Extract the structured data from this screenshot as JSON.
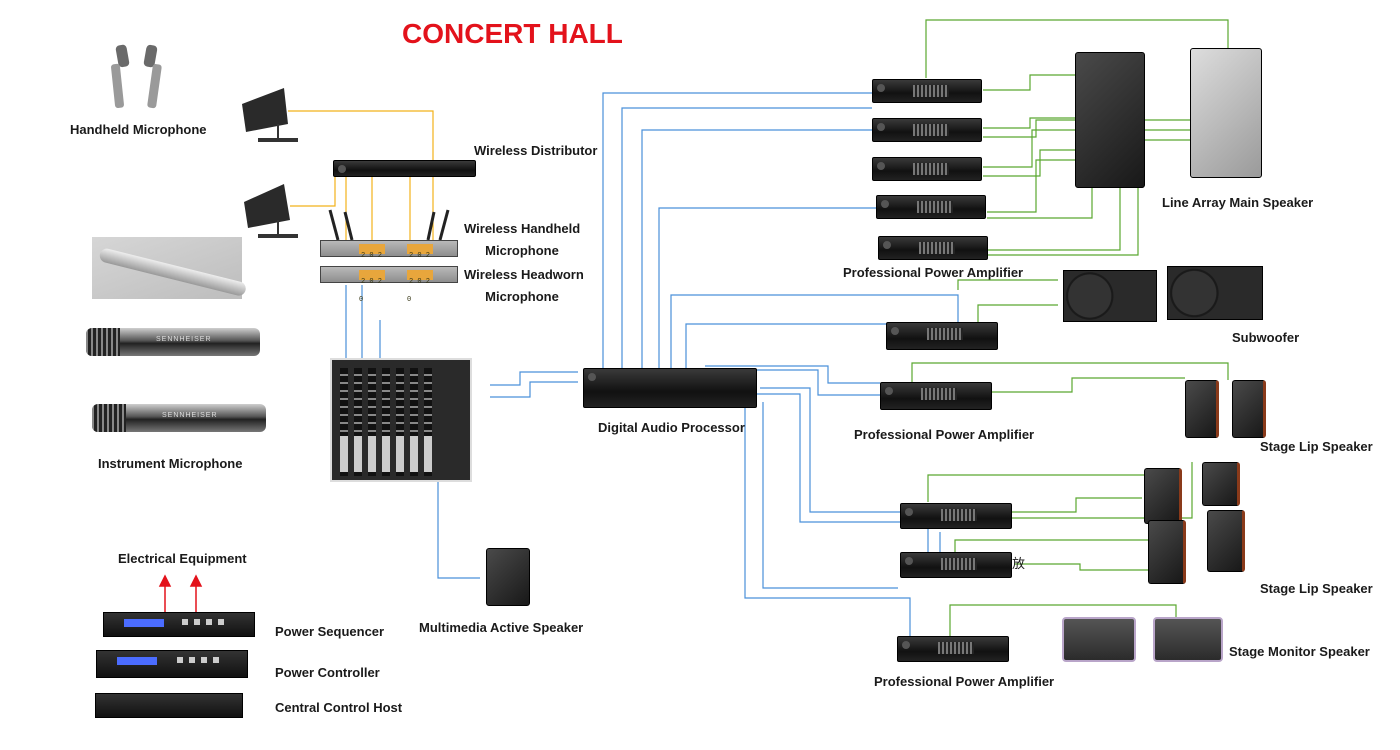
{
  "title": "CONCERT HALL",
  "labels": {
    "handheld_microphone": "Handheld Microphone",
    "wireless_distributor": "Wireless Distributor",
    "wireless_handheld_line1": "Wireless Handheld",
    "wireless_handheld_line2": "Microphone",
    "wireless_headworn_line1": "Wireless Headworn",
    "wireless_headworn_line2": "Microphone",
    "instrument_microphone": "Instrument Microphone",
    "electrical_equipment": "Electrical Equipment",
    "power_sequencer": "Power Sequencer",
    "power_controller": "Power Controller",
    "central_control_host": "Central Control Host",
    "multimedia_active_speaker": "Multimedia Active Speaker",
    "digital_audio_processor": "Digital Audio Processor",
    "professional_power_amplifier_1": "Professional Power Amplifier",
    "professional_power_amplifier_2": "Professional Power Amplifier",
    "professional_power_amplifier_3": "Professional Power Amplifier",
    "line_array_main_speaker": "Line Array Main Speaker",
    "subwoofer": "Subwoofer",
    "stage_lip_speaker_1": "Stage Lip Speaker",
    "stage_lip_speaker_2": "Stage Lip Speaker",
    "stage_monitor_speaker": "Stage Monitor Speaker"
  },
  "device_text": {
    "mic_brand": "SENNHEISER",
    "receiver_display": "2 0 2 0",
    "odd_char": "放"
  },
  "colors": {
    "title": "#e3121b",
    "wire_blue": "#4a90d9",
    "wire_green": "#5aa830",
    "wire_yellow": "#f2b21a",
    "arrow_red": "#e3121b"
  }
}
